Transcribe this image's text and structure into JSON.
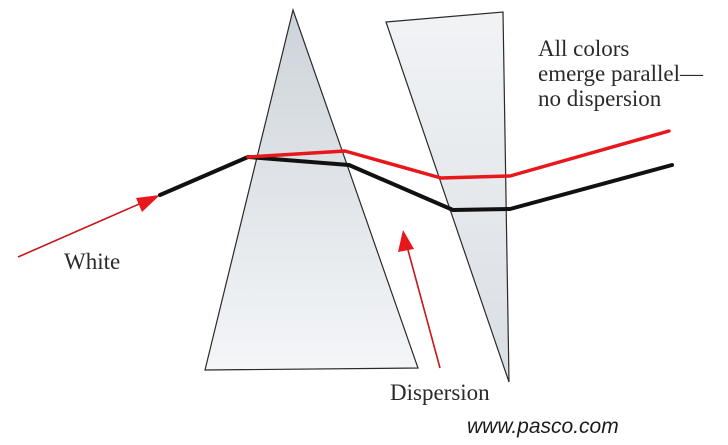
{
  "diagram": {
    "labels": {
      "white": "White",
      "parallel_line1": "All colors",
      "parallel_line2": "emerge parallel—",
      "parallel_line3": "no dispersion",
      "dispersion": "Dispersion"
    },
    "credit": "www.pasco.com",
    "colors": {
      "ray_red": "#e8171c",
      "ray_black": "#111111",
      "arrow_red": "#c9161a",
      "prism_fill": "#e4e8ec",
      "prism_stroke": "#2a2a2a"
    }
  }
}
